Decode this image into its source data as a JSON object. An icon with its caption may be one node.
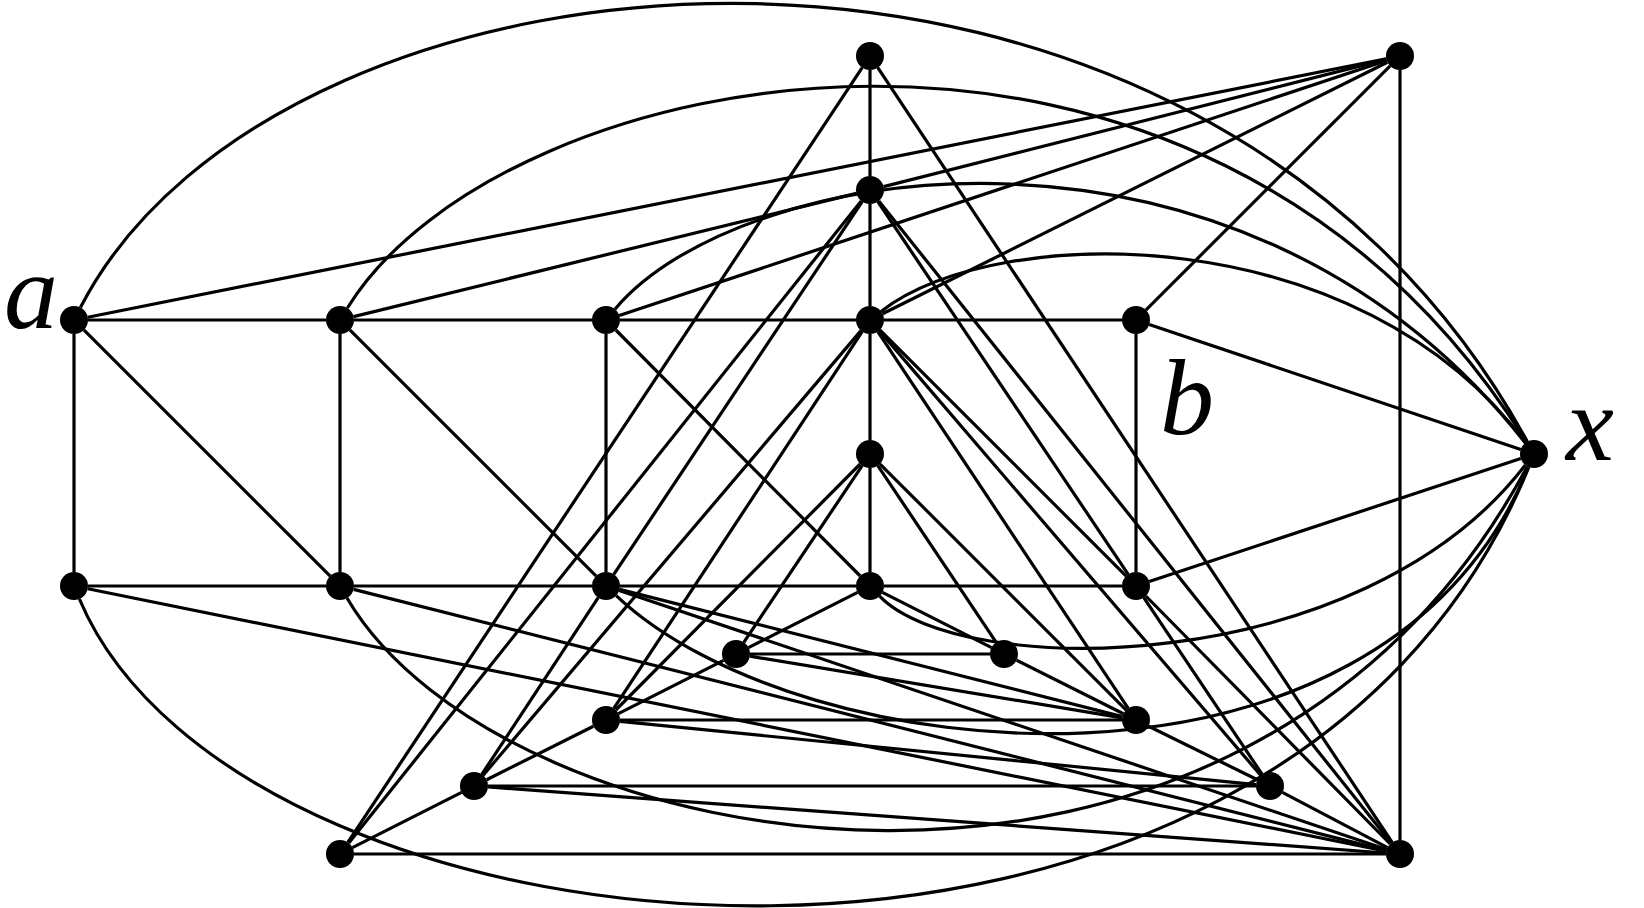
{
  "diagram": {
    "nodes": [
      {
        "text": [],
        "shape": "circle"
      },
      {
        "text": [],
        "shape": "circle"
      },
      {
        "text": [],
        "shape": "circle"
      },
      {
        "text": [],
        "shape": "circle",
        "beside": [
          "a"
        ]
      },
      {
        "text": [],
        "shape": "circle"
      },
      {
        "text": [],
        "shape": "circle"
      },
      {
        "text": [],
        "shape": "circle"
      },
      {
        "text": [],
        "shape": "circle",
        "beside": [
          "b"
        ]
      },
      {
        "text": [],
        "shape": "circle"
      },
      {
        "text": [],
        "shape": "circle",
        "beside": [
          "x"
        ]
      },
      {
        "text": [],
        "shape": "circle"
      },
      {
        "text": [],
        "shape": "circle"
      },
      {
        "text": [],
        "shape": "circle"
      },
      {
        "text": [],
        "shape": "circle"
      },
      {
        "text": [],
        "shape": "circle"
      },
      {
        "text": [],
        "shape": "circle"
      },
      {
        "text": [],
        "shape": "circle"
      },
      {
        "text": [],
        "shape": "circle"
      },
      {
        "text": [],
        "shape": "circle"
      },
      {
        "text": [],
        "shape": "circle"
      },
      {
        "text": [],
        "shape": "circle"
      },
      {
        "text": [],
        "shape": "circle"
      },
      {
        "text": [],
        "shape": "circle"
      }
    ],
    "edges": [
      {
        "from": 3,
        "to": 4,
        "arrow": "none"
      },
      {
        "from": 4,
        "to": 5,
        "arrow": "none"
      },
      {
        "from": 5,
        "to": 6,
        "arrow": "none"
      },
      {
        "from": 6,
        "to": 7,
        "arrow": "none"
      },
      {
        "from": 10,
        "to": 11,
        "arrow": "none"
      },
      {
        "from": 11,
        "to": 12,
        "arrow": "none"
      },
      {
        "from": 12,
        "to": 13,
        "arrow": "none"
      },
      {
        "from": 13,
        "to": 14,
        "arrow": "none"
      },
      {
        "from": 3,
        "to": 10,
        "arrow": "none"
      },
      {
        "from": 4,
        "to": 11,
        "arrow": "none"
      },
      {
        "from": 5,
        "to": 12,
        "arrow": "none"
      },
      {
        "from": 6,
        "to": 8,
        "arrow": "none"
      },
      {
        "from": 8,
        "to": 13,
        "arrow": "none"
      },
      {
        "from": 7,
        "to": 14,
        "arrow": "none"
      },
      {
        "from": 3,
        "to": 11,
        "arrow": "none"
      },
      {
        "from": 4,
        "to": 12,
        "arrow": "none"
      },
      {
        "from": 5,
        "to": 13,
        "arrow": "none"
      },
      {
        "from": 6,
        "to": 14,
        "arrow": "none"
      },
      {
        "from": 0,
        "to": 2,
        "arrow": "none"
      },
      {
        "from": 2,
        "to": 6,
        "arrow": "none"
      },
      {
        "from": 3,
        "to": 1,
        "arrow": "none"
      },
      {
        "from": 4,
        "to": 2,
        "arrow": "none"
      },
      {
        "from": 2,
        "to": 1,
        "arrow": "none"
      },
      {
        "from": 5,
        "to": 1,
        "arrow": "none"
      },
      {
        "from": 6,
        "to": 1,
        "arrow": "none"
      },
      {
        "from": 7,
        "to": 1,
        "arrow": "none"
      },
      {
        "from": 1,
        "to": 22,
        "arrow": "none"
      },
      {
        "from": 3,
        "to": 9,
        "arrow": "none"
      },
      {
        "from": 4,
        "to": 9,
        "arrow": "none"
      },
      {
        "from": 5,
        "to": 9,
        "arrow": "none"
      },
      {
        "from": 6,
        "to": 9,
        "arrow": "none"
      },
      {
        "from": 7,
        "to": 9,
        "arrow": "none"
      },
      {
        "from": 10,
        "to": 9,
        "arrow": "none"
      },
      {
        "from": 11,
        "to": 9,
        "arrow": "none"
      },
      {
        "from": 12,
        "to": 9,
        "arrow": "none"
      },
      {
        "from": 13,
        "to": 9,
        "arrow": "none"
      },
      {
        "from": 14,
        "to": 9,
        "arrow": "none"
      },
      {
        "from": 0,
        "to": 21,
        "arrow": "none"
      },
      {
        "from": 2,
        "to": 21,
        "arrow": "none"
      },
      {
        "from": 2,
        "to": 12,
        "arrow": "none"
      },
      {
        "from": 12,
        "to": 19,
        "arrow": "none"
      },
      {
        "from": 6,
        "to": 19,
        "arrow": "none"
      },
      {
        "from": 6,
        "to": 17,
        "arrow": "none"
      },
      {
        "from": 8,
        "to": 17,
        "arrow": "none"
      },
      {
        "from": 8,
        "to": 15,
        "arrow": "none"
      },
      {
        "from": 13,
        "to": 15,
        "arrow": "none"
      },
      {
        "from": 0,
        "to": 22,
        "arrow": "none"
      },
      {
        "from": 2,
        "to": 22,
        "arrow": "none"
      },
      {
        "from": 2,
        "to": 14,
        "arrow": "none"
      },
      {
        "from": 14,
        "to": 20,
        "arrow": "none"
      },
      {
        "from": 14,
        "to": 22,
        "arrow": "none"
      },
      {
        "from": 6,
        "to": 20,
        "arrow": "none"
      },
      {
        "from": 6,
        "to": 18,
        "arrow": "none"
      },
      {
        "from": 8,
        "to": 18,
        "arrow": "none"
      },
      {
        "from": 8,
        "to": 16,
        "arrow": "none"
      },
      {
        "from": 13,
        "to": 16,
        "arrow": "none"
      },
      {
        "from": 21,
        "to": 19,
        "arrow": "none"
      },
      {
        "from": 19,
        "to": 17,
        "arrow": "none"
      },
      {
        "from": 17,
        "to": 15,
        "arrow": "none"
      },
      {
        "from": 15,
        "to": 16,
        "arrow": "none"
      },
      {
        "from": 16,
        "to": 18,
        "arrow": "none"
      },
      {
        "from": 18,
        "to": 20,
        "arrow": "none"
      },
      {
        "from": 20,
        "to": 22,
        "arrow": "none"
      },
      {
        "from": 15,
        "to": 18,
        "arrow": "none"
      },
      {
        "from": 17,
        "to": 18,
        "arrow": "none"
      },
      {
        "from": 17,
        "to": 20,
        "arrow": "none"
      },
      {
        "from": 19,
        "to": 20,
        "arrow": "none"
      },
      {
        "from": 19,
        "to": 22,
        "arrow": "none"
      },
      {
        "from": 21,
        "to": 22,
        "arrow": "none"
      },
      {
        "from": 10,
        "to": 22,
        "arrow": "none"
      },
      {
        "from": 11,
        "to": 22,
        "arrow": "none"
      },
      {
        "from": 12,
        "to": 18,
        "arrow": "none"
      },
      {
        "from": 12,
        "to": 22,
        "arrow": "none"
      }
    ]
  }
}
